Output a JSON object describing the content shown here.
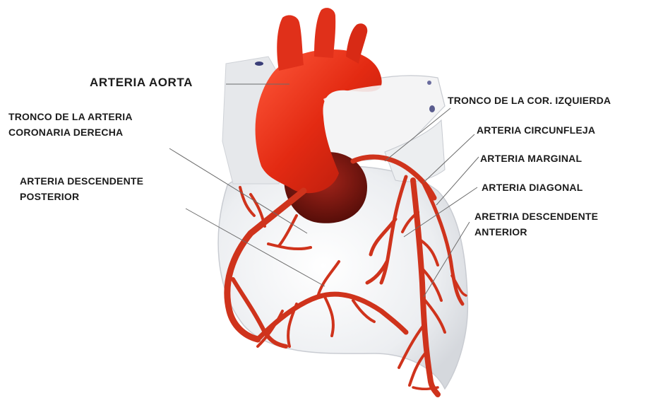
{
  "labels": {
    "arteria_aorta": "ARTERIA  AORTA",
    "tronco_arteria_coronaria_derecha": [
      "TRONCO DE LA ARTERIA",
      "CORONARIA DERECHA"
    ],
    "arteria_descendente_posterior": [
      "ARTERIA DESCENDENTE",
      "POSTERIOR"
    ],
    "tronco_cor_izquierda": "TRONCO DE LA COR. IZQUIERDA",
    "arteria_circunfleja": "ARTERIA CIRCUNFLEJA",
    "arteria_marginal": "ARTERIA MARGINAL",
    "arteria_diagonal": "ARTERIA DIAGONAL",
    "aretria_descendente_anterior": [
      "ARETRIA DESCENDENTE",
      "ANTERIOR"
    ]
  },
  "colors": {
    "artery": "#d2361f",
    "artery_dark": "#8a1a10",
    "aorta": "#e8321c",
    "heart_tissue": "#f1f2f4",
    "leader_line": "#6b6b6b",
    "text": "#1c1c1c"
  }
}
